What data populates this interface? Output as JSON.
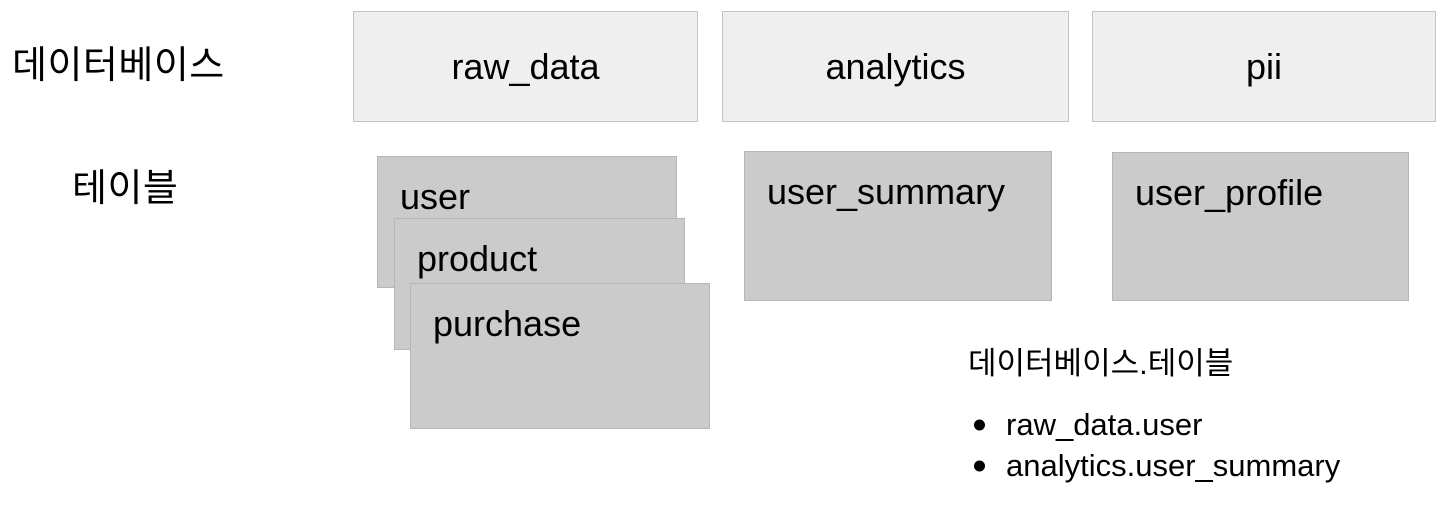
{
  "diagram": {
    "row_labels": {
      "database": "데이터베이스",
      "table": "테이블"
    },
    "databases": [
      {
        "name": "raw_data"
      },
      {
        "name": "analytics"
      },
      {
        "name": "pii"
      }
    ],
    "tables": {
      "raw_data": [
        "user",
        "product",
        "purchase"
      ],
      "analytics": [
        "user_summary"
      ],
      "pii": [
        "user_profile"
      ]
    }
  },
  "legend": {
    "title": "데이터베이스.테이블",
    "items": [
      "raw_data.user",
      "analytics.user_summary"
    ]
  },
  "colors": {
    "database_box_fill": "#efefef",
    "database_box_border": "#c4c4c4",
    "table_card_fill": "#cbcbcb",
    "table_card_border": "#b6b6b6",
    "text": "#000000",
    "background": "#ffffff"
  }
}
